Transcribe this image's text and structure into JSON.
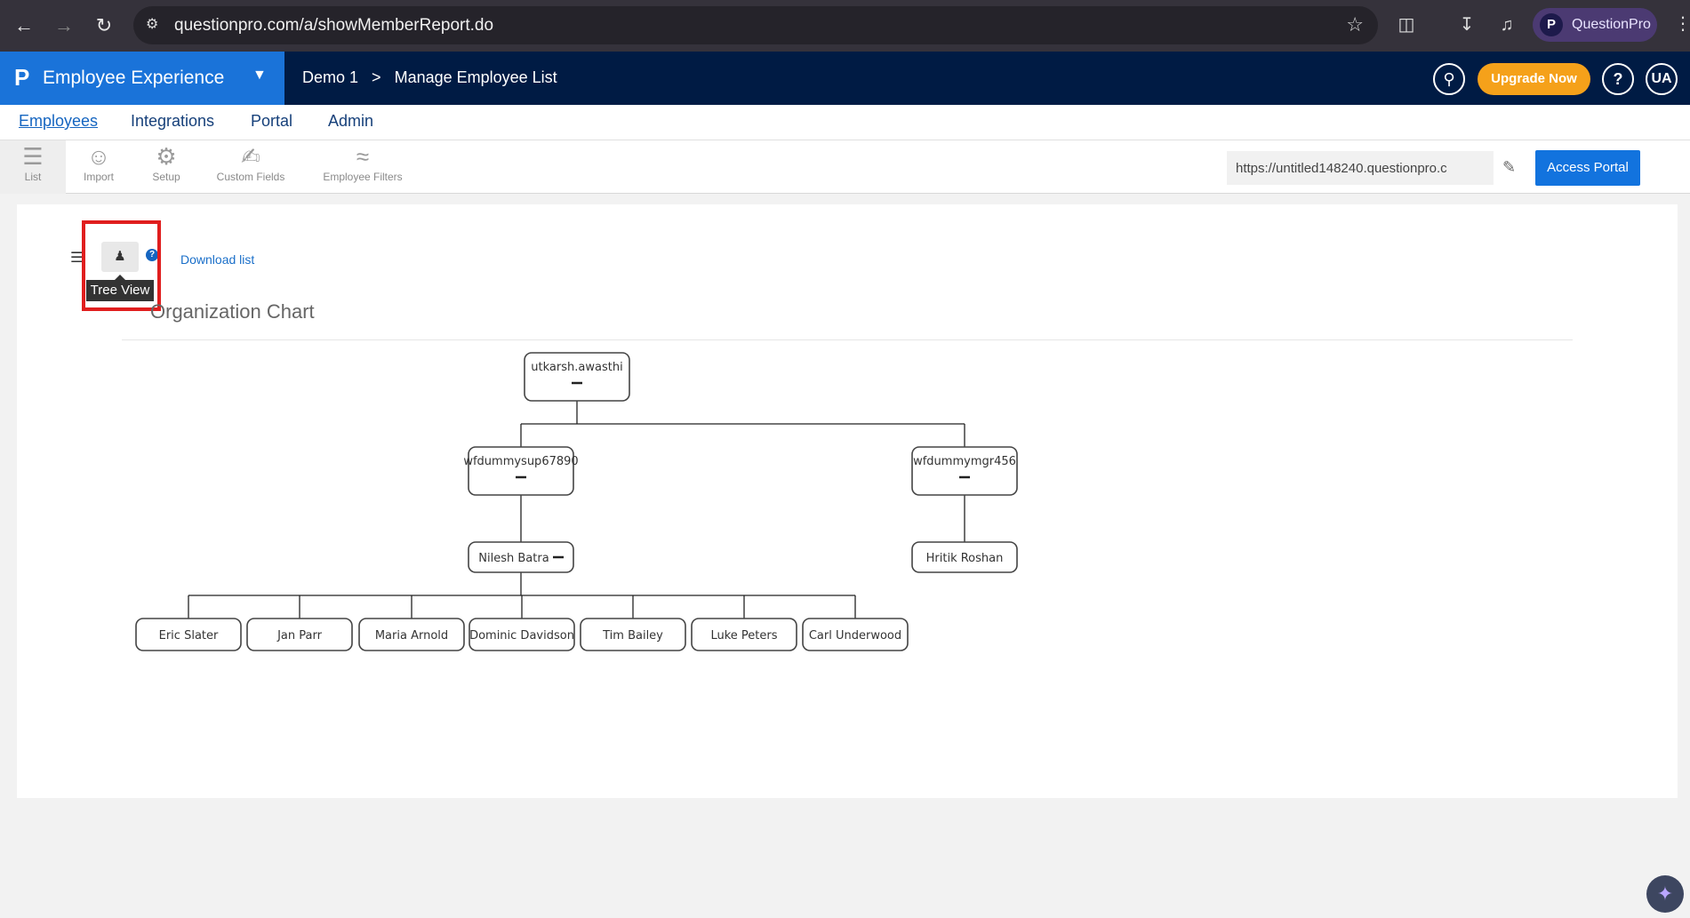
{
  "browser": {
    "url": "questionpro.com/a/showMemberReport.do",
    "profile_name": "QuestionPro",
    "profile_initial": "P"
  },
  "header": {
    "logo": "P",
    "product": "Employee Experience",
    "breadcrumb": [
      "Demo 1",
      ">",
      "Manage Employee List"
    ],
    "upgrade_label": "Upgrade Now",
    "help_label": "?",
    "avatar": "UA"
  },
  "tabs": [
    {
      "label": "Employees",
      "active": true
    },
    {
      "label": "Integrations",
      "active": false
    },
    {
      "label": "Portal",
      "active": false
    },
    {
      "label": "Admin",
      "active": false
    }
  ],
  "toolbar": {
    "tools": [
      "List",
      "Import",
      "Setup",
      "Custom Fields",
      "Employee Filters"
    ],
    "portal_url": "https://untitled148240.questionpro.c",
    "access_label": "Access Portal"
  },
  "content": {
    "tooltip": "Tree View",
    "download_label": "Download list",
    "org_title": "Organization Chart",
    "help": "?"
  },
  "org_chart": {
    "root": "utkarsh.awasthi",
    "level1": [
      "wfdummysup67890",
      "wfdummymgr456"
    ],
    "level2": [
      "Nilesh Batra",
      "Hritik Roshan"
    ],
    "level3": [
      "Eric Slater",
      "Jan Parr",
      "Maria Arnold",
      "Dominic Davidson",
      "Tim Bailey",
      "Luke Peters",
      "Carl Underwood"
    ]
  },
  "colors": {
    "accent": "#1a73d9",
    "header_bg": "#001b44",
    "upgrade": "#f5a11a",
    "highlight": "#e01e1e"
  }
}
